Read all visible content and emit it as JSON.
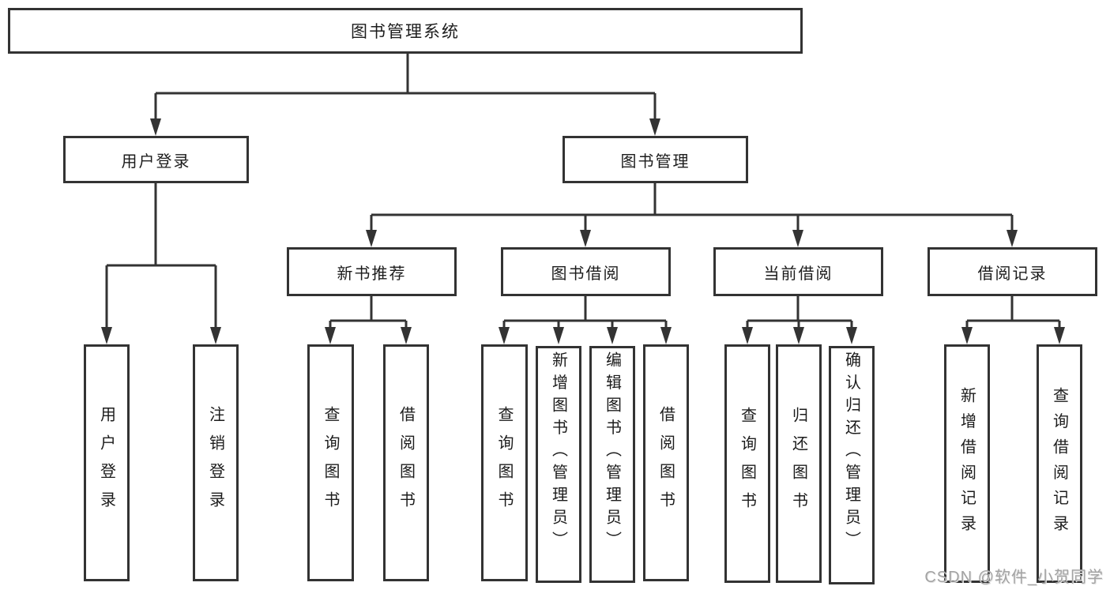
{
  "diagram": {
    "title_node": "图书管理系统",
    "branches": {
      "user_login": {
        "label": "用户登录",
        "children": [
          "用户登录",
          "注销登录"
        ]
      },
      "book_management": {
        "label": "图书管理",
        "children": {
          "new_book_recommend": {
            "label": "新书推荐",
            "children": [
              "查询图书",
              "借阅图书"
            ]
          },
          "book_borrowing": {
            "label": "图书借阅",
            "children": [
              "查询图书",
              "新增图书（管理员）",
              "编辑图书（管理员）",
              "借阅图书"
            ]
          },
          "current_borrowing": {
            "label": "当前借阅",
            "children": [
              "查询图书",
              "归还图书",
              "确认归还（管理员）"
            ]
          },
          "borrowing_records": {
            "label": "借阅记录",
            "children": [
              "新增借阅记录",
              "查询借阅记录"
            ]
          }
        }
      }
    }
  },
  "watermark": "CSDN @软件_小贺同学",
  "colors": {
    "line": "#333333",
    "border": "#333333",
    "text": "#1c1c1c",
    "watermark": "#a3a3a3",
    "background": "#ffffff"
  }
}
